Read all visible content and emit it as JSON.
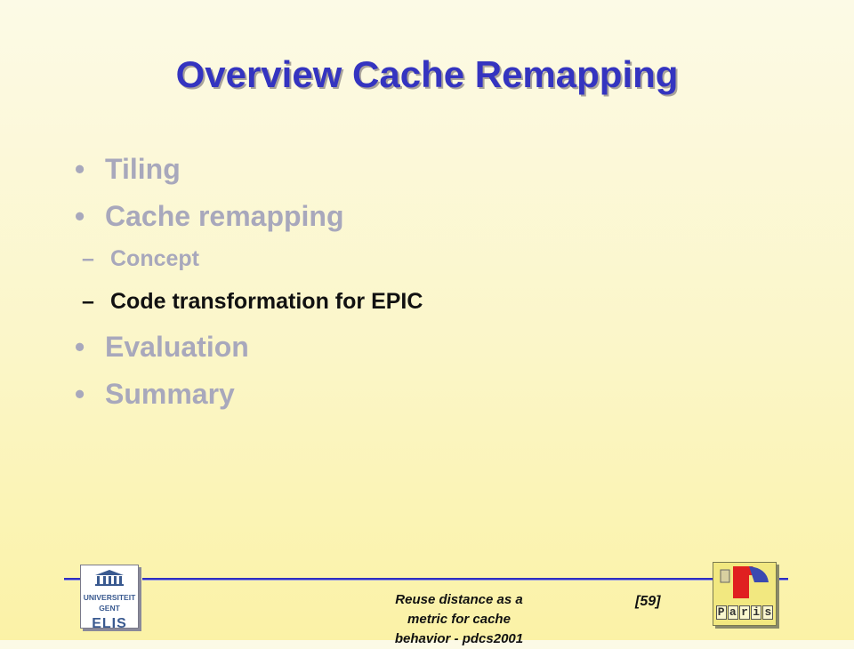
{
  "slide": {
    "title": "Overview Cache Remapping",
    "bullets": [
      {
        "label": "Tiling"
      },
      {
        "label": "Cache remapping",
        "children": [
          {
            "label": "Concept"
          },
          {
            "label": "Code transformation for EPIC"
          }
        ]
      },
      {
        "label": "Evaluation"
      },
      {
        "label": "Summary"
      }
    ],
    "bullet_glyph": "•",
    "dash_glyph": "–"
  },
  "footer": {
    "text_line1": "Reuse distance as a",
    "text_line2": "metric for cache",
    "text_line3": "behavior - pdcs2001",
    "page": "[59]"
  },
  "logos": {
    "left": {
      "line1": "UNIVERSITEIT",
      "line2": "GENT",
      "line3": "ELIS"
    },
    "right": {
      "letters": [
        "P",
        "a",
        "r",
        "i",
        "s"
      ]
    }
  },
  "colors": {
    "title": "#3434c0",
    "inactive": "#a8a8bc",
    "active": "#111111",
    "rule": "#2e2ec0"
  }
}
